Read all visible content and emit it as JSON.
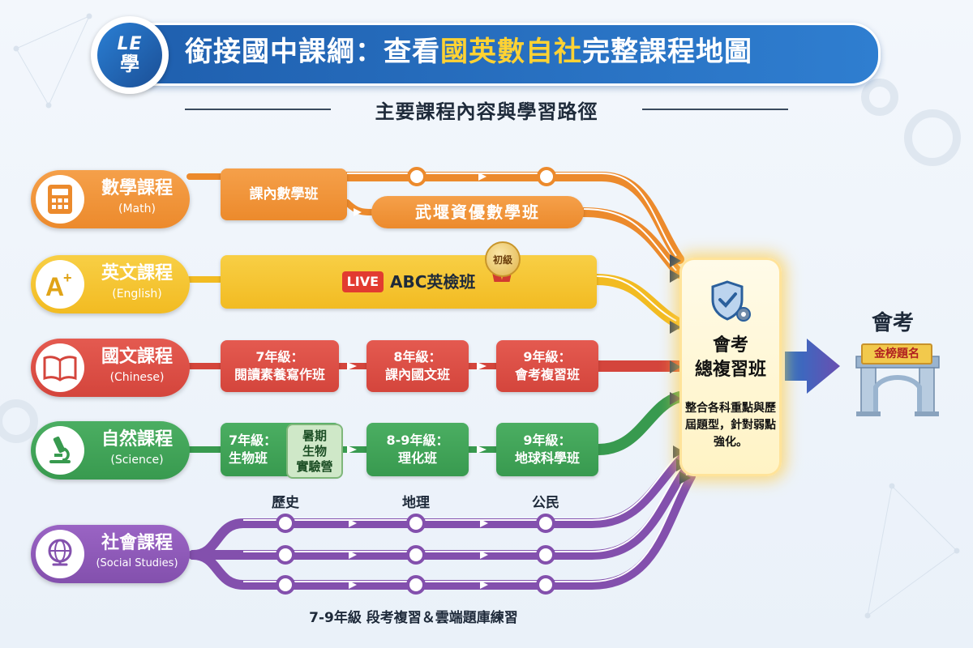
{
  "header": {
    "logo_top": "LE",
    "logo_bottom": "學",
    "title_prefix": "銜接國中課綱：查看",
    "title_highlight": "國英數自社",
    "title_suffix": "完整課程地圖",
    "subtitle": "主要課程內容與學習路徑"
  },
  "courses": {
    "math": {
      "name": "數學課程",
      "en": "(Math)",
      "icon": "calculator-icon",
      "steps": [
        "課內數學班",
        "武堰資優數學班"
      ]
    },
    "english": {
      "name": "英文課程",
      "en": "(English)",
      "icon": "a-plus-icon",
      "live_tag": "LIVE",
      "class": "ABC英檢班",
      "badge": "初級"
    },
    "chinese": {
      "name": "國文課程",
      "en": "(Chinese)",
      "icon": "book-icon",
      "steps": [
        {
          "grade": "7年級：",
          "name": "閱讀素養寫作班"
        },
        {
          "grade": "8年級：",
          "name": "課內國文班"
        },
        {
          "grade": "9年級：",
          "name": "會考複習班"
        }
      ]
    },
    "science": {
      "name": "自然課程",
      "en": "(Science)",
      "icon": "microscope-icon",
      "steps": [
        {
          "grade": "7年級：",
          "name": "生物班"
        },
        {
          "grade": "8-9年級：",
          "name": "理化班"
        },
        {
          "grade": "9年級：",
          "name": "地球科學班"
        }
      ],
      "camp": [
        "暑期",
        "生物",
        "實驗營"
      ]
    },
    "social": {
      "name": "社會課程",
      "en": "(Social Studies)",
      "icon": "globe-icon",
      "subjects": [
        "歷史",
        "地理",
        "公民"
      ],
      "note": "7-9年級 段考複習＆雲端題庫練習"
    }
  },
  "final": {
    "title_line1": "會考",
    "title_line2": "總複習班",
    "desc": "整合各科重點與歷屆題型，針對弱點強化。",
    "icon": "shield-check-gear-icon"
  },
  "goal": {
    "label": "會考",
    "plaque": "金榜題名",
    "icon": "gate-icon"
  },
  "colors": {
    "math": "#ec8a2c",
    "english": "#f2bb22",
    "chinese": "#d4453c",
    "science": "#389a4f",
    "social": "#8350ad",
    "header": "#1f5fae",
    "highlight": "#ffd233"
  }
}
